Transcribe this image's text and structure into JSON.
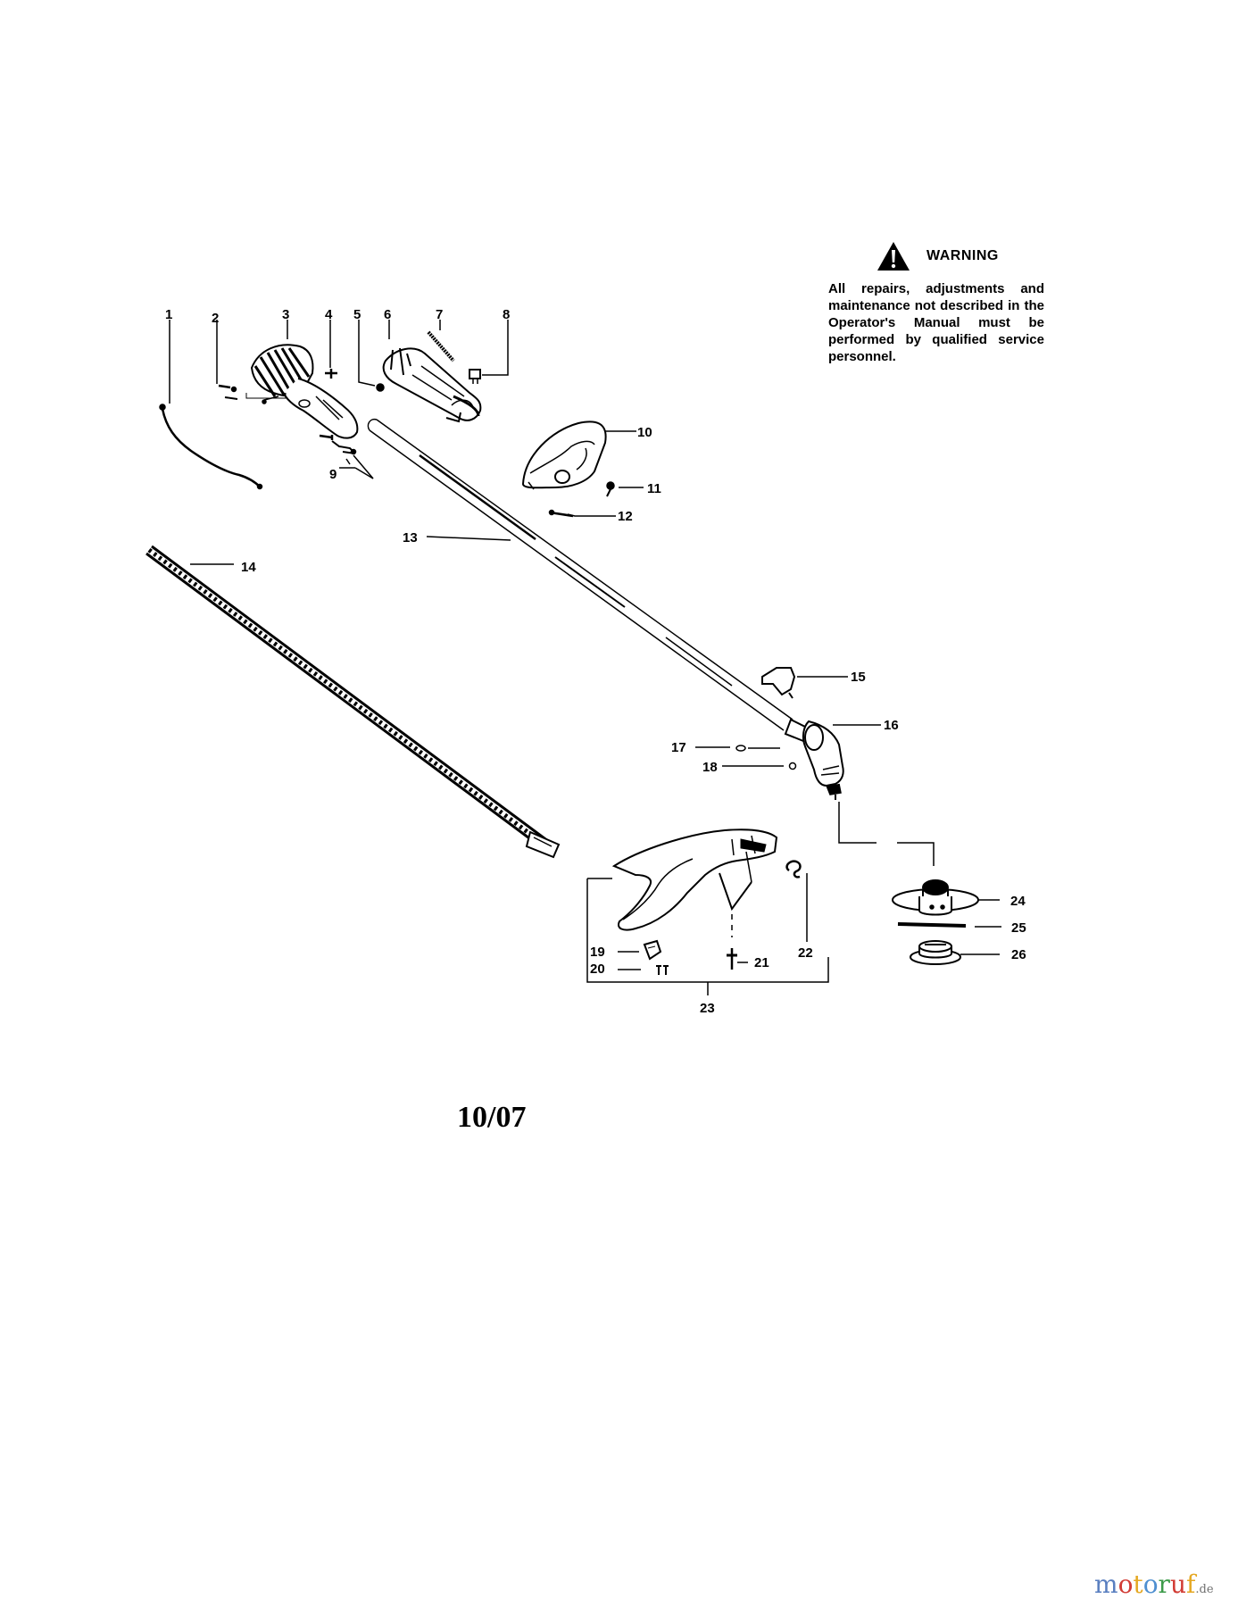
{
  "warning": {
    "title": "WARNING",
    "text": "All repairs, adjustments and maintenance not described in the Operator's Manual must be performed by qualified service personnel."
  },
  "date_stamp": "10/07",
  "watermark": {
    "letters": [
      {
        "char": "m",
        "color": "#5a7fc0"
      },
      {
        "char": "o",
        "color": "#d23c35"
      },
      {
        "char": "t",
        "color": "#e5a823"
      },
      {
        "char": "o",
        "color": "#4e8fd0"
      },
      {
        "char": "r",
        "color": "#3d9b4a"
      },
      {
        "char": "u",
        "color": "#d23c35"
      },
      {
        "char": "f",
        "color": "#e5a823"
      }
    ],
    "suffix": ".de"
  },
  "parts": [
    "1",
    "2",
    "3",
    "4",
    "5",
    "6",
    "7",
    "8",
    "9",
    "10",
    "11",
    "12",
    "13",
    "14",
    "15",
    "16",
    "17",
    "18",
    "19",
    "20",
    "21",
    "22",
    "23",
    "24",
    "25",
    "26"
  ]
}
